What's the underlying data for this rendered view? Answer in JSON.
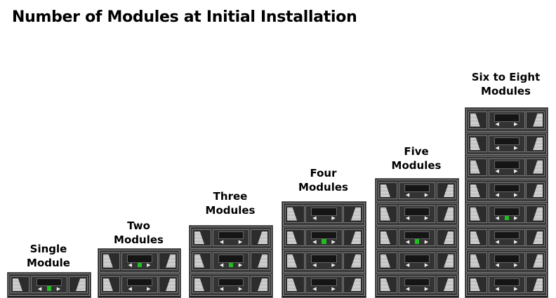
{
  "title": "Number of Modules at Initial Installation",
  "colors": {
    "indicator": "#1fbf1f",
    "module_body": "#3a3a3a",
    "magazine": "#cfcfcf"
  },
  "configurations": [
    {
      "label_lines": [
        "Single",
        "Module"
      ],
      "modules": 1,
      "lit_module": 1
    },
    {
      "label_lines": [
        "Two",
        "Modules"
      ],
      "modules": 2,
      "lit_module": 1
    },
    {
      "label_lines": [
        "Three",
        "Modules"
      ],
      "modules": 3,
      "lit_module": 2
    },
    {
      "label_lines": [
        "Four",
        "Modules"
      ],
      "modules": 4,
      "lit_module": 2
    },
    {
      "label_lines": [
        "Five",
        "Modules"
      ],
      "modules": 5,
      "lit_module": 3
    },
    {
      "label_lines": [
        "Six to Eight",
        "Modules"
      ],
      "modules": 8,
      "lit_module": 5
    }
  ],
  "icons": {
    "left_arrow": "◀",
    "right_arrow": "▶"
  }
}
